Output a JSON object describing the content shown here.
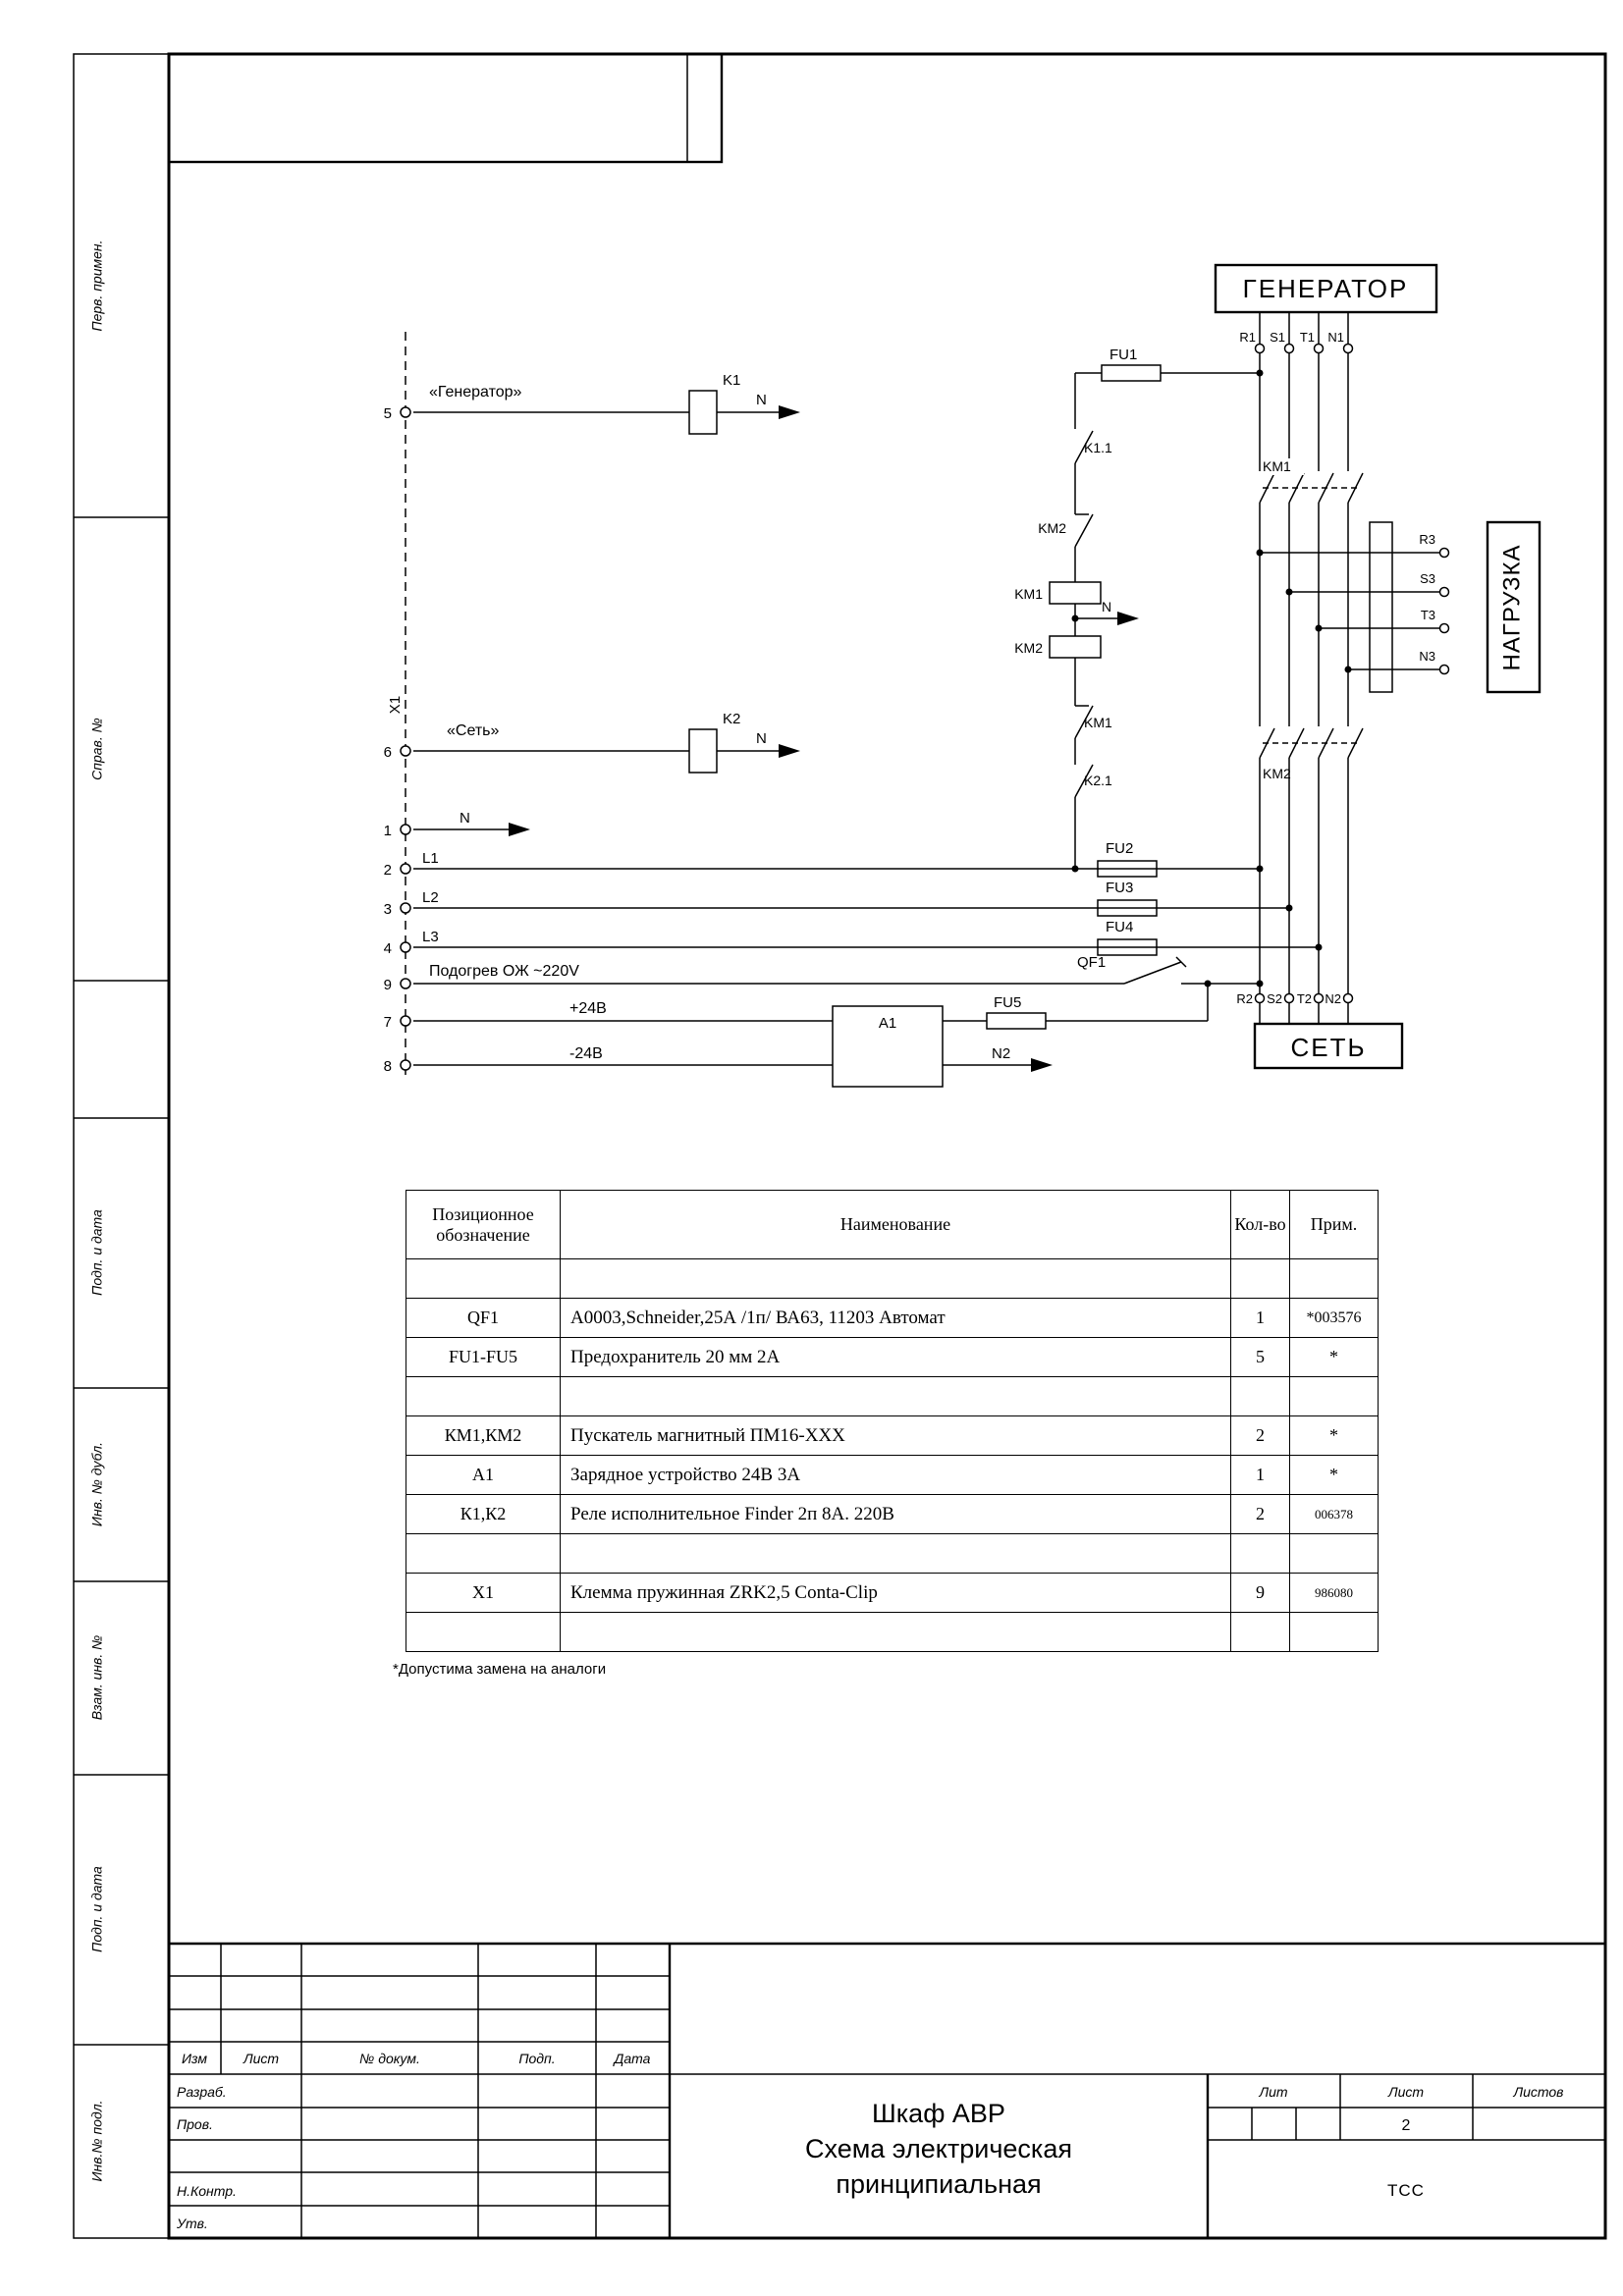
{
  "side_labels": [
    "Перв. примен.",
    "Справ. №",
    "",
    "Подп. и дата",
    "Инв. № дубл.",
    "Взам. инв. №",
    "Подп. и дата",
    "Инв.№ подл."
  ],
  "schematic": {
    "generator_title": "ГЕНЕРАТОР",
    "mains_title": "СЕТЬ",
    "load_title": "НАГРУЗКА",
    "terminal_strip": "X1",
    "gen_phases": [
      "R1",
      "S1",
      "T1",
      "N1"
    ],
    "mains_phases": [
      "R2",
      "S2",
      "T2",
      "N2"
    ],
    "load_phases": [
      "R3",
      "S3",
      "T3",
      "N3"
    ],
    "terminal_numbers": [
      "5",
      "6",
      "1",
      "2",
      "3",
      "4",
      "9",
      "7",
      "8"
    ],
    "line_labels": [
      "L1",
      "L2",
      "L3"
    ],
    "km1": "KM1",
    "km2": "KM2",
    "k1": "K1",
    "k2": "K2",
    "k11": "K1.1",
    "k21": "K2.1",
    "fu1": "FU1",
    "fu2": "FU2",
    "fu3": "FU3",
    "fu4": "FU4",
    "fu5": "FU5",
    "qf1": "QF1",
    "a1": "A1",
    "n": "N",
    "n2": "N2",
    "wire_generator": "«Генератор»",
    "wire_mains": "«Сеть»",
    "wire_heater": "Подогрев ОЖ ~220V",
    "wire_plus24": "+24В",
    "wire_minus24": "-24В"
  },
  "parts_table": {
    "headers": {
      "pos": "Позиционное обозначение",
      "name": "Наименование",
      "qty": "Кол-во",
      "note": "Прим."
    },
    "rows": [
      {
        "pos": "",
        "name": "",
        "qty": "",
        "note": ""
      },
      {
        "pos": "QF1",
        "name": "А0003,Schneider,25А /1п/ ВА63, 11203 Автомат",
        "qty": "1",
        "note": "*003576"
      },
      {
        "pos": "FU1-FU5",
        "name": "Предохранитель 20 мм 2А",
        "qty": "5",
        "note": "*"
      },
      {
        "pos": "",
        "name": "",
        "qty": "",
        "note": ""
      },
      {
        "pos": "КМ1,КМ2",
        "name": "Пускатель магнитный ПМ16-ХХХ",
        "qty": "2",
        "note": "*"
      },
      {
        "pos": "А1",
        "name": "Зарядное устройство 24В 3А",
        "qty": "1",
        "note": "*"
      },
      {
        "pos": "К1,К2",
        "name": "Реле исполнительное Finder 2п 8А. 220В",
        "qty": "2",
        "note": "006378"
      },
      {
        "pos": "",
        "name": "",
        "qty": "",
        "note": ""
      },
      {
        "pos": "Х1",
        "name": "Клемма пружинная ZRK2,5 Conta-Clip",
        "qty": "9",
        "note": "986080"
      },
      {
        "pos": "",
        "name": "",
        "qty": "",
        "note": ""
      }
    ],
    "footnote": "*Допустима замена на аналоги"
  },
  "title_block": {
    "title_line1": "Шкаф АВР",
    "title_line2": "Схема электрическая",
    "title_line3": "принципиальная",
    "company": "ТСС",
    "sheet": "2",
    "labels": {
      "izm": "Изм",
      "list": "Лист",
      "dokum": "№ докум.",
      "podp": "Подп.",
      "data": "Дата",
      "razrab": "Разраб.",
      "prov": "Пров.",
      "nkontr": "Н.Контр.",
      "utv": "Утв.",
      "lit": "Лит",
      "list_col": "Лист",
      "listov": "Листов"
    }
  }
}
